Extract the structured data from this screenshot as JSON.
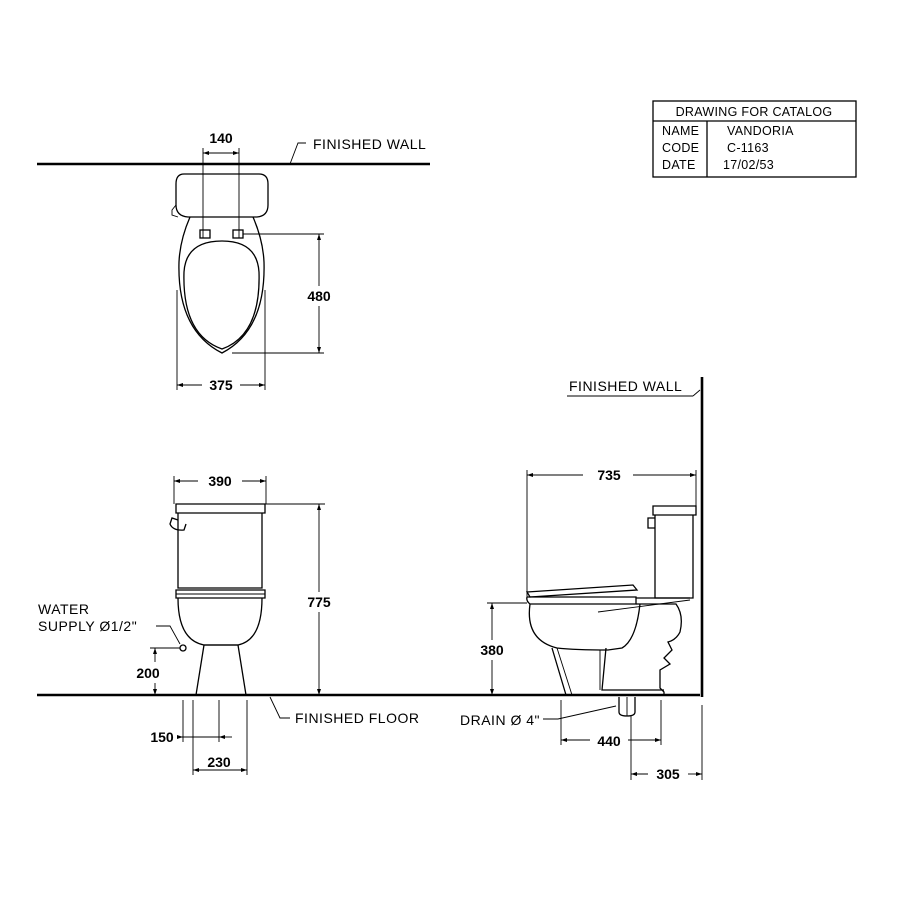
{
  "title_block": {
    "heading": "DRAWING FOR CATALOG",
    "rows": [
      {
        "key": "NAME",
        "value": "VANDORIA"
      },
      {
        "key": "CODE",
        "value": "C-1163"
      },
      {
        "key": "DATE",
        "value": "17/02/53"
      }
    ]
  },
  "labels": {
    "finished_wall_top": "FINISHED WALL",
    "finished_wall_side": "FINISHED WALL",
    "finished_floor": "FINISHED FLOOR",
    "water_supply_line1": "WATER",
    "water_supply_line2": "SUPPLY Ø1/2\"",
    "drain": "DRAIN Ø 4\""
  },
  "dimensions": {
    "top_hinge_spacing": "140",
    "top_seat_length": "480",
    "top_bowl_width": "375",
    "front_tank_width": "390",
    "front_total_height": "775",
    "front_supply_height": "200",
    "front_supply_offset": "150",
    "front_base_width": "230",
    "side_total_depth": "735",
    "side_seat_height": "380",
    "side_drain_span": "440",
    "side_rough_in": "305"
  }
}
